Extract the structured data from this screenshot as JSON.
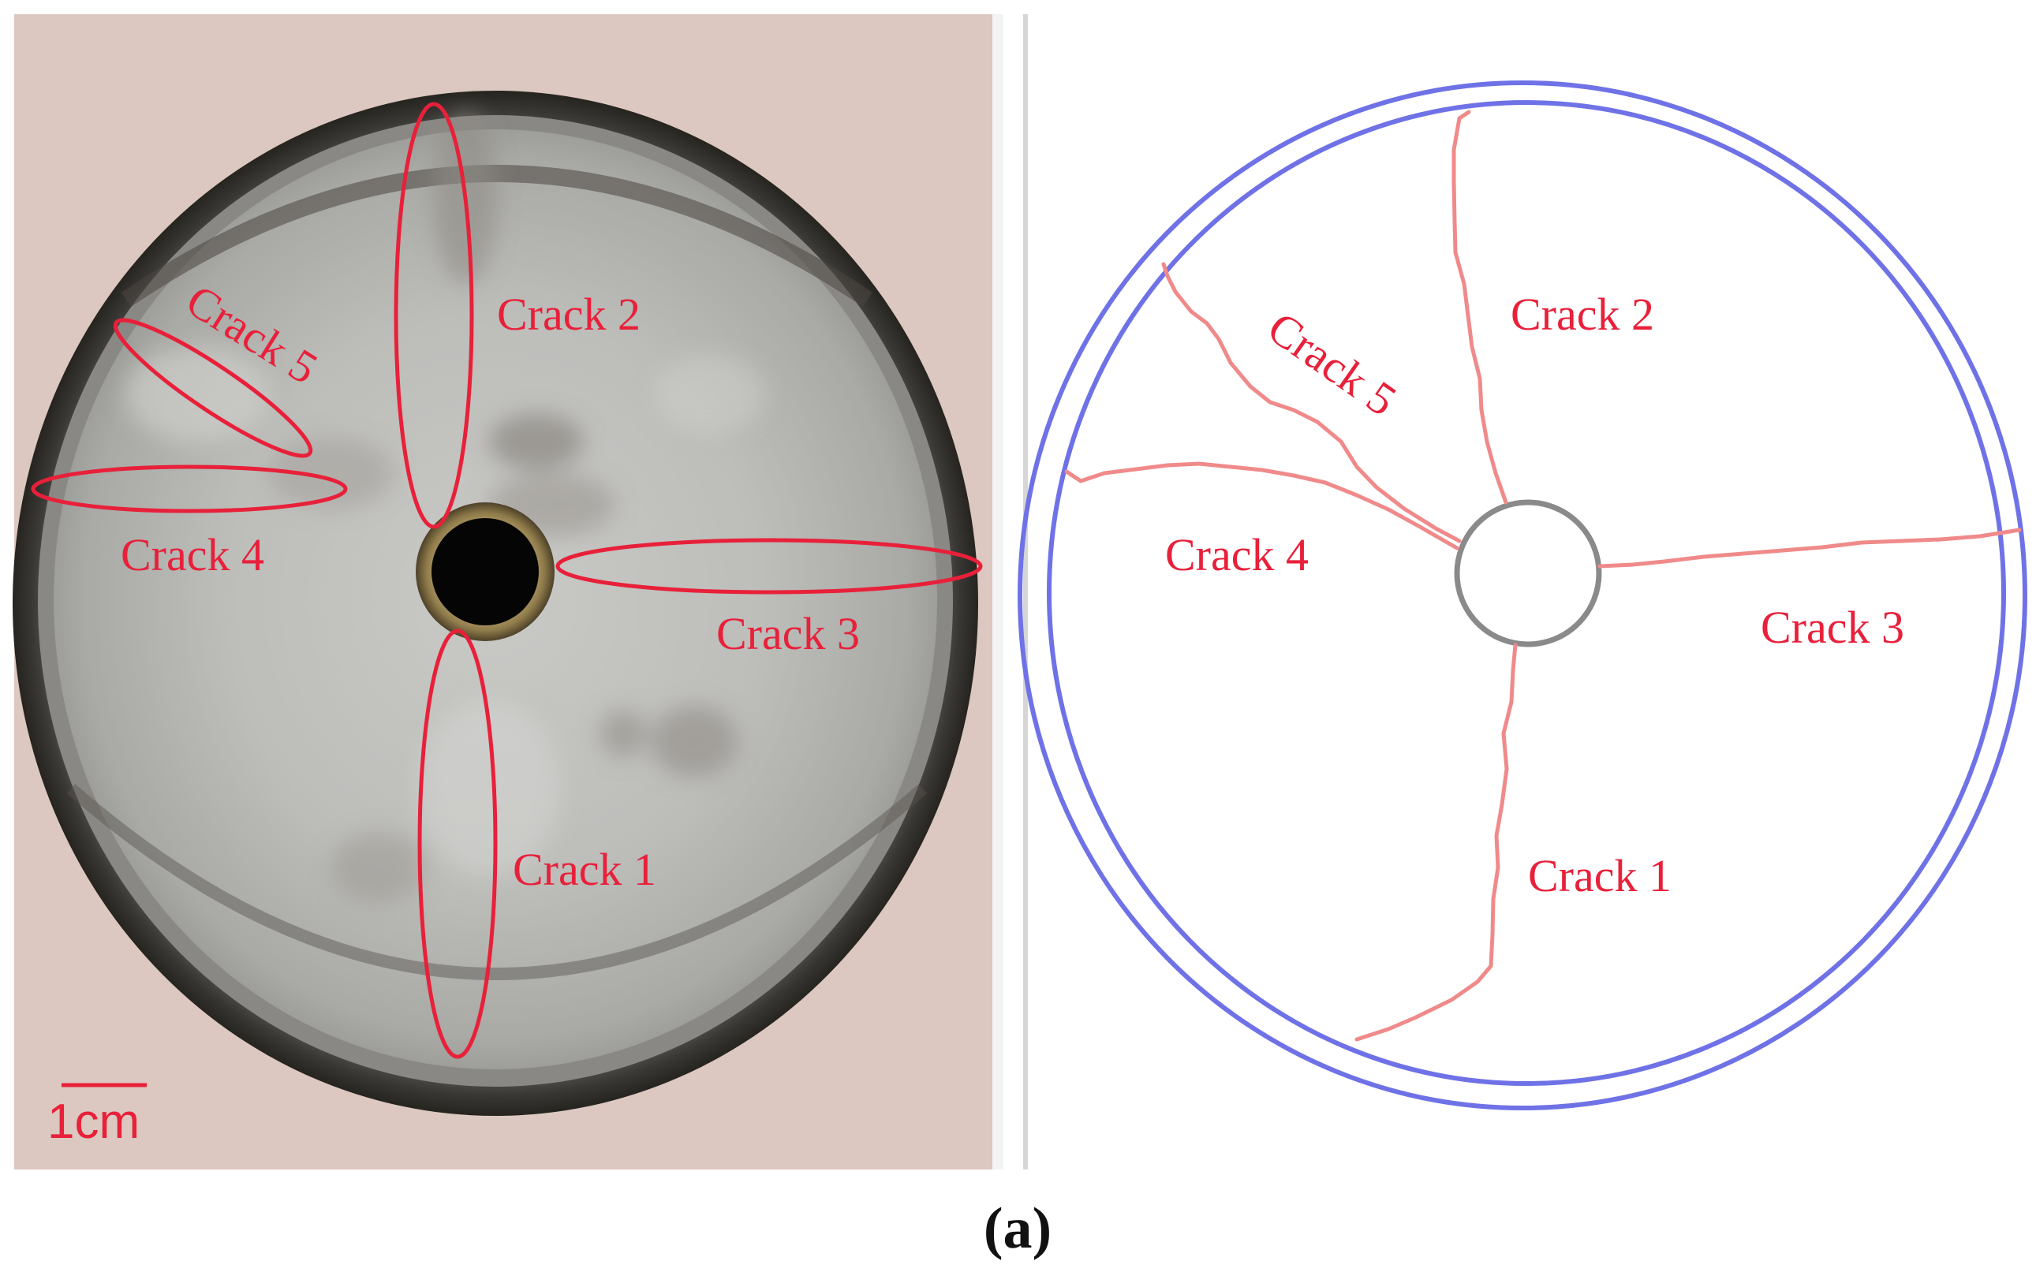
{
  "figure": {
    "caption": "(a)",
    "caption_letter": "a"
  },
  "photo_panel": {
    "scale_bar_label": "1cm",
    "crack_labels": {
      "crack1": "Crack 1",
      "crack2": "Crack 2",
      "crack3": "Crack 3",
      "crack4": "Crack 4",
      "crack5": "Crack 5"
    }
  },
  "sketch_panel": {
    "crack_labels": {
      "crack1": "Crack 1",
      "crack2": "Crack 2",
      "crack3": "Crack 3",
      "crack4": "Crack 4",
      "crack5": "Crack 5"
    }
  },
  "colors": {
    "annotation_red": "#e8203a",
    "crack_line_red": "#f08a8a",
    "ring_blue": "#6f72e6",
    "center_ring_gray": "#8a8a8a",
    "photo_background": "#dcc8c0",
    "concrete_gray": "#b9b9b6"
  }
}
